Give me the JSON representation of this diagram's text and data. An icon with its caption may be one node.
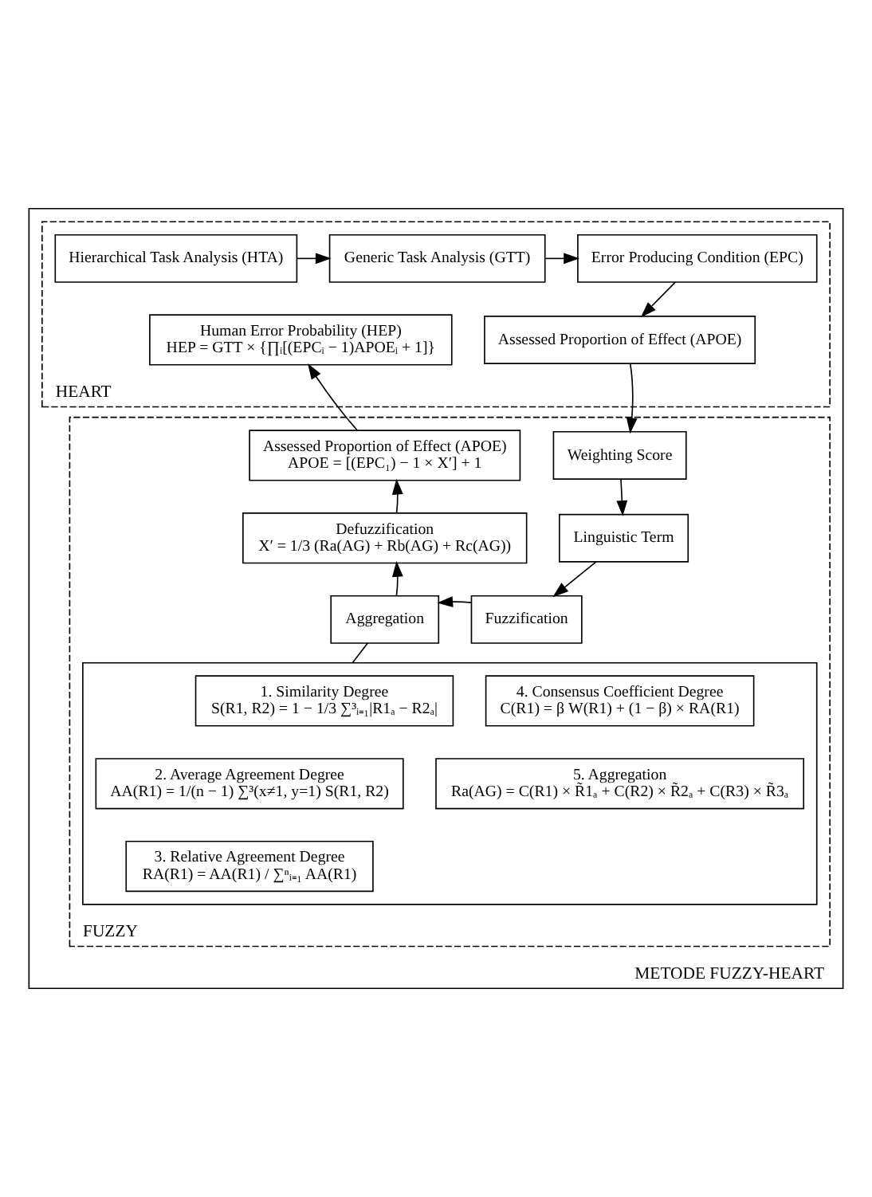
{
  "diagram": {
    "nodes": [
      {
        "text": [
          "METODE FUZZY-HEART"
        ]
      },
      {
        "text": [
          "HEART"
        ],
        "in": 0
      },
      {
        "text": [
          "Hierarchical Task Analysis (HTA)"
        ],
        "in": 1
      },
      {
        "text": [
          "Generic Task Analysis (GTT)"
        ],
        "in": 1
      },
      {
        "text": [
          "Error Producing Condition (EPC)"
        ],
        "in": 1
      },
      {
        "text": [
          "Human Error Probability (HEP)",
          "HEP = GTT × {∏ᵢ[(EPCᵢ − 1)APOEᵢ + 1]}"
        ],
        "in": 1
      },
      {
        "text": [
          "Assessed Proportion of Effect (APOE)"
        ],
        "in": 1
      },
      {
        "text": [
          "FUZZY"
        ],
        "in": 0
      },
      {
        "text": [
          "Assessed Proportion of Effect (APOE)",
          "APOE = [(EPC₁) − 1 × X′] + 1"
        ],
        "in": 7
      },
      {
        "text": [
          "Weighting Score"
        ],
        "in": 7
      },
      {
        "text": [
          "Defuzzification",
          "X′ = 1/3 (Ra(AG) + Rb(AG) + Rc(AG))"
        ],
        "in": 7
      },
      {
        "text": [
          "Linguistic Term"
        ],
        "in": 7
      },
      {
        "text": [
          "Fuzzification"
        ],
        "in": 7
      },
      {
        "text": [
          "Aggregation"
        ],
        "in": 7
      },
      {
        "text": [],
        "shape": "box",
        "in": 7
      },
      {
        "text": [
          "1. Similarity Degree",
          "S(R1, R2) = 1 − 1/3 ∑³ᵢ₌₁|R1ₐ − R2ₐ|"
        ],
        "in": 14
      },
      {
        "text": [
          "4. Consensus Coefficient Degree",
          "C(R1) = β W(R1) + (1 − β) × RA(R1)"
        ],
        "in": 14
      },
      {
        "text": [
          "2. Average Agreement Degree",
          "AA(R1) = 1/(n − 1) ∑³(x≠1, y=1) S(R1, R2)"
        ],
        "in": 14
      },
      {
        "text": [
          "5. Aggregation",
          "Ra(AG) = C(R1) × R̃1ₐ + C(R2) × R̃2ₐ + C(R3) × R̃3ₐ"
        ],
        "in": 14
      },
      {
        "text": [
          "3. Relative Agreement Degree",
          "RA(R1) = AA(R1) / ∑ⁿᵢ₌₁ AA(R1)"
        ],
        "in": 14
      }
    ],
    "edges": [
      {
        "from": 2,
        "to": 3,
        "arrow": "to"
      },
      {
        "from": 3,
        "to": 4,
        "arrow": "to"
      },
      {
        "from": 4,
        "to": 6,
        "arrow": "to"
      },
      {
        "from": 6,
        "to": 9,
        "arrow": "to"
      },
      {
        "from": 9,
        "to": 11,
        "arrow": "to"
      },
      {
        "from": 11,
        "to": 12,
        "arrow": "to"
      },
      {
        "from": 12,
        "to": 13,
        "arrow": "to"
      },
      {
        "from": 13,
        "to": 10,
        "arrow": "to"
      },
      {
        "from": 10,
        "to": 8,
        "arrow": "to"
      },
      {
        "from": 8,
        "to": 5,
        "arrow": "to"
      },
      {
        "from": 13,
        "to": 14,
        "arrow": "none"
      }
    ]
  }
}
